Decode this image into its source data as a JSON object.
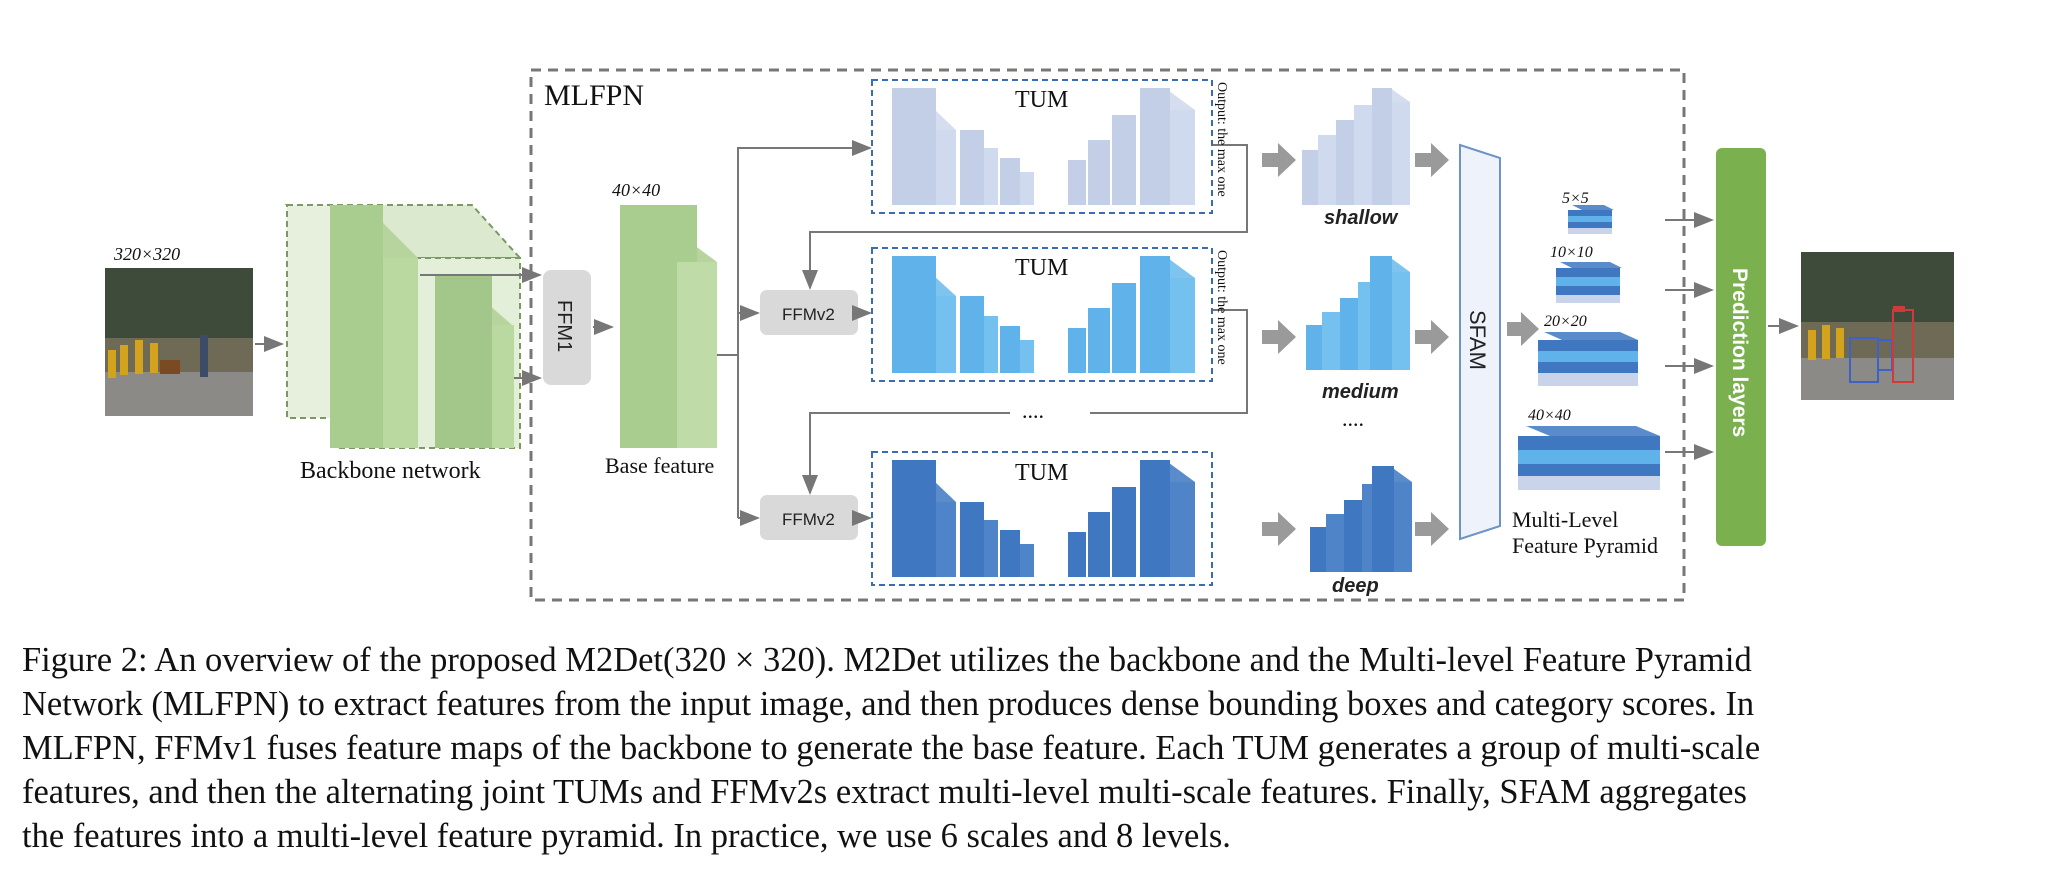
{
  "figure": {
    "mlfpn_label": "MLFPN",
    "input_size_label": "320×320",
    "base_size_label": "40×40",
    "backbone_label": "Backbone network",
    "ffm1_label": "FFM1",
    "base_feature_label": "Base feature",
    "ffmv2_label": "FFMv2",
    "tum_label": "TUM",
    "output_note": "Output: the max one",
    "dots": "....",
    "shallow_label": "shallow",
    "medium_label": "medium",
    "deep_label": "deep",
    "sfam_label": "SFAM",
    "pyramid_labels": [
      "5×5",
      "10×10",
      "20×20",
      "40×40"
    ],
    "pyramid_title_line1": "Multi-Level",
    "pyramid_title_line2": "Feature Pyramid",
    "prediction_label": "Prediction layers"
  },
  "caption": {
    "lines": [
      "Figure 2: An overview of the proposed M2Det(320 × 320). M2Det utilizes the backbone and the Multi-level Feature Pyramid",
      "Network (MLFPN) to extract features from the input image, and then produces dense bounding boxes and category scores. In",
      "MLFPN, FFMv1 fuses feature maps of the backbone to generate the base feature. Each TUM generates a group of multi-scale",
      "features, and then the alternating joint TUMs and FFMv2s extract multi-level multi-scale features. Finally, SFAM aggregates",
      "the features into a multi-level feature pyramid. In practice, we use 6 scales and 8 levels."
    ]
  },
  "colors": {
    "green_block": "#a9cd8f",
    "tum_shallow": "#c3cfe6",
    "tum_medium": "#5fb3ea",
    "tum_deep": "#3f78c0",
    "prediction": "#7bb04f",
    "ffm_gray": "#d9d9d9"
  }
}
